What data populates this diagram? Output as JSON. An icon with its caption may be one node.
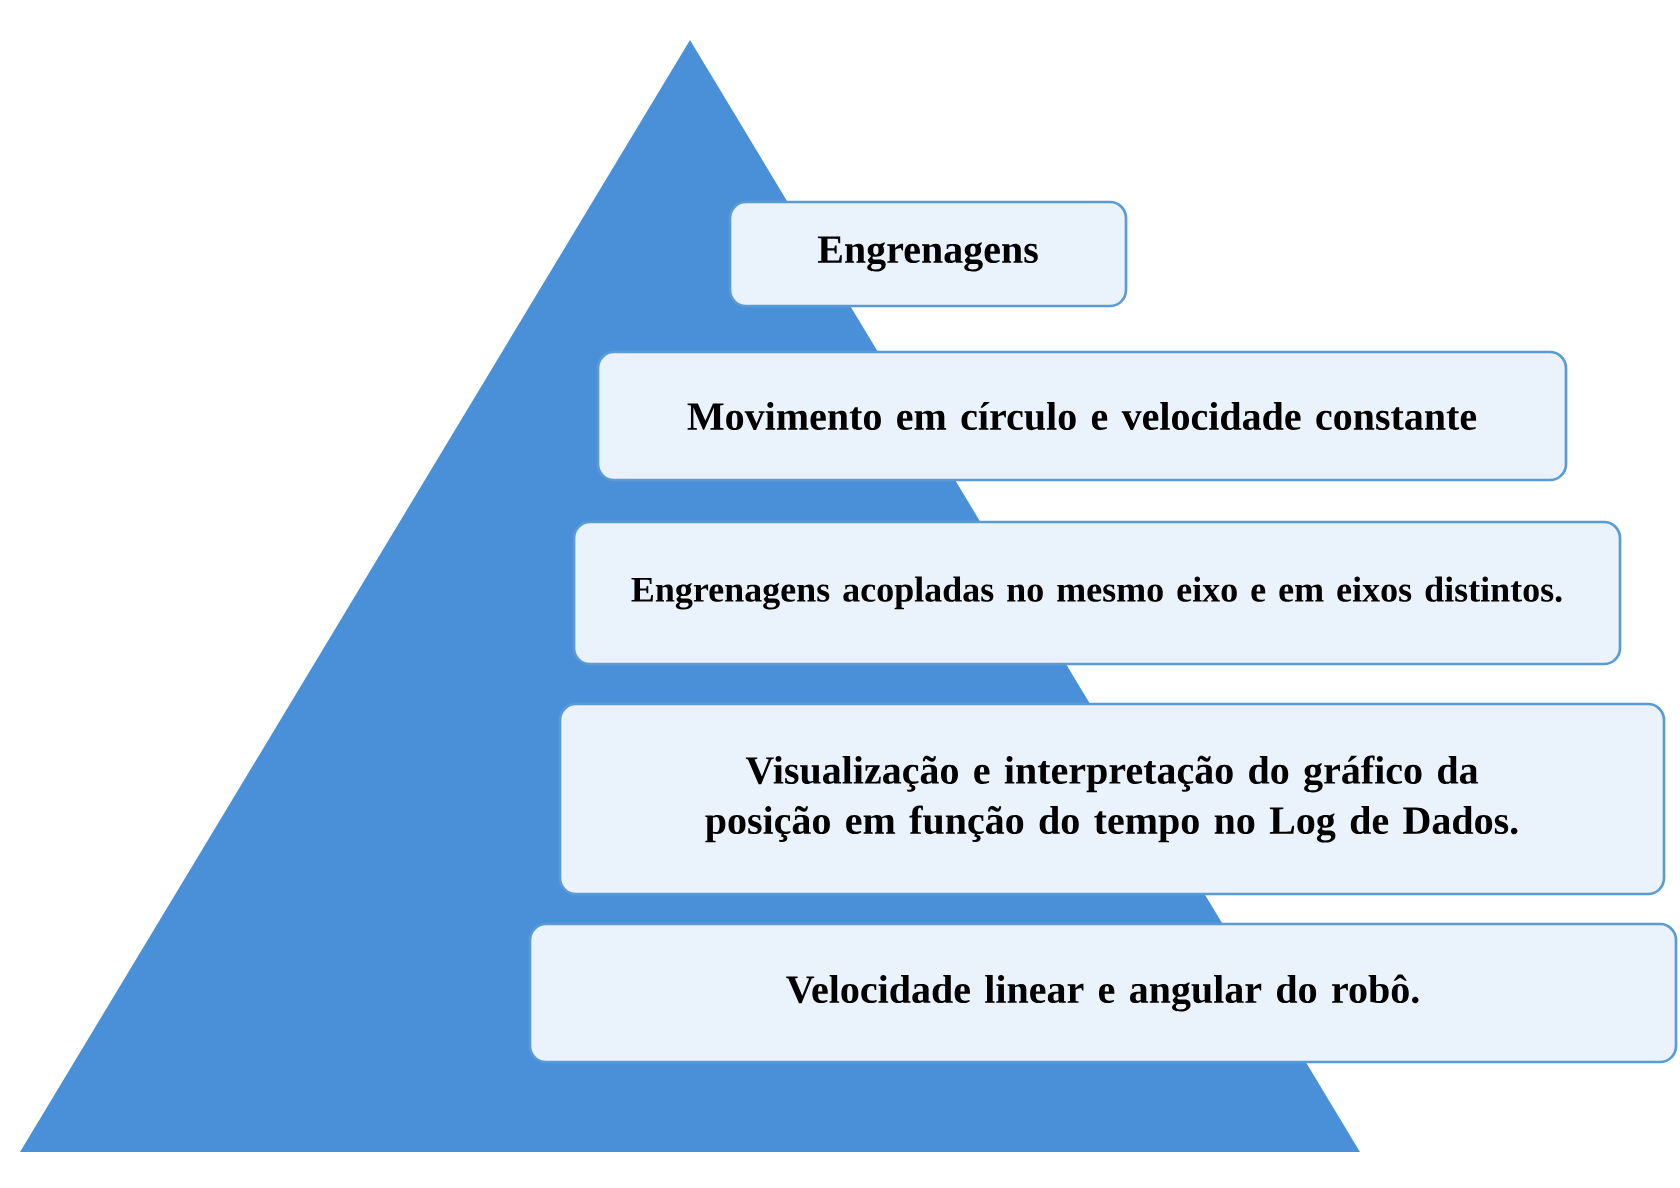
{
  "diagram": {
    "nodes": [
      {
        "text": [
          "Engrenagens"
        ]
      },
      {
        "text": [
          "Movimento em círculo e velocidade constante"
        ]
      },
      {
        "text": [
          "Engrenagens acopladas no mesmo eixo e em eixos distintos."
        ]
      },
      {
        "text": [
          "Visualização e interpretação do gráfico da posição em função do tempo no Log de Dados."
        ]
      },
      {
        "text": [
          "Velocidade linear e angular do robô."
        ]
      }
    ]
  }
}
